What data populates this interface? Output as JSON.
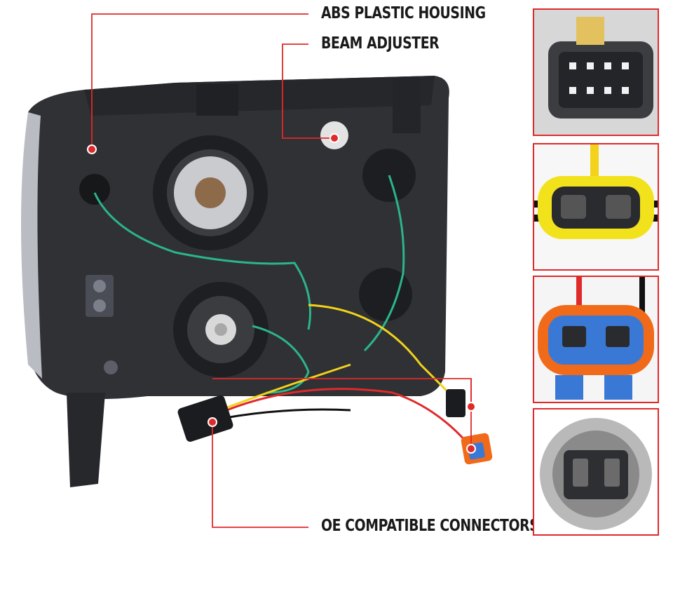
{
  "callouts": {
    "housing": "ABS PLASTIC HOUSING",
    "beam": "BEAM ADJUSTER",
    "connectors": "OE COMPATIBLE CONNECTORS"
  },
  "colors": {
    "accent": "#e02a2a",
    "housing": "#2b2d31",
    "wire_green": "#2bb58a",
    "wire_yellow": "#f2d21b",
    "connector_blue": "#3a78d6",
    "connector_orange": "#f06a1a"
  },
  "insets": [
    {
      "name": "8-pin-connector"
    },
    {
      "name": "yellow-2-pin-connector"
    },
    {
      "name": "orange-blue-connector"
    },
    {
      "name": "bulb-socket"
    }
  ]
}
